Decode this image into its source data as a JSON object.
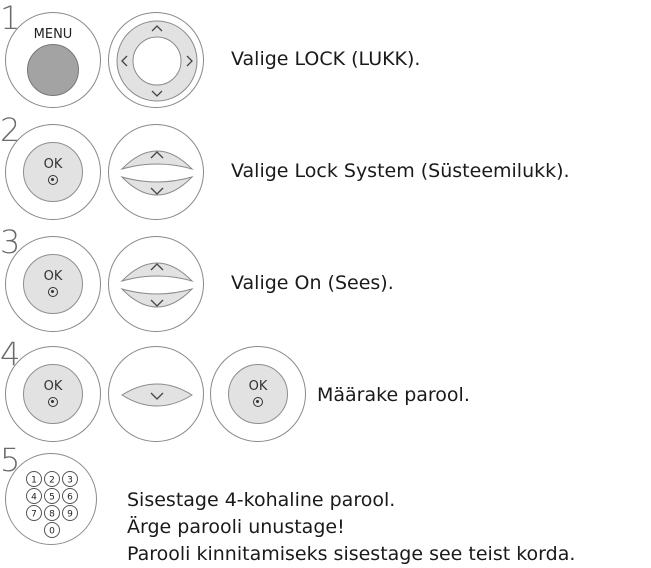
{
  "steps": [
    {
      "number": "1",
      "button": "MENU",
      "text": "Valige LOCK (LUKK)."
    },
    {
      "number": "2",
      "button": "OK",
      "text": "Valige Lock System (Süsteemilukk)."
    },
    {
      "number": "3",
      "button": "OK",
      "text": "Valige On (Sees)."
    },
    {
      "number": "4",
      "button": "OK",
      "button2": "OK",
      "text": "Määrake parool."
    },
    {
      "number": "5",
      "keypad": [
        "1",
        "2",
        "3",
        "4",
        "5",
        "6",
        "7",
        "8",
        "9",
        "0"
      ],
      "lines": [
        "Sisestage 4-kohaline parool.",
        "Ärge parooli unustage!",
        "Parooli kinnitamiseks sisestage see teist korda."
      ]
    }
  ],
  "icons": [
    "menu-button-icon",
    "navigation-pad-icon",
    "ok-button-icon",
    "up-down-button-icon",
    "down-button-icon",
    "numeric-keypad-icon"
  ]
}
